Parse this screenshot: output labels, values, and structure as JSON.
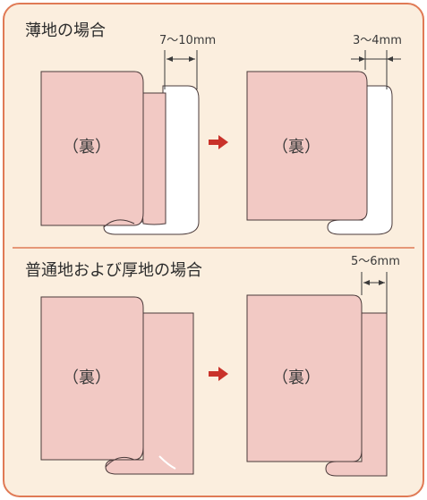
{
  "colors": {
    "frame_bg": "#fbeede",
    "frame_border": "#e07a55",
    "fabric_fill": "#f2c9c4",
    "fabric_stroke": "#4a3a3a",
    "seam_white": "#ffffff",
    "arrow_red": "#c9322a",
    "divider": "#e07a55"
  },
  "sections": [
    {
      "title": "薄地の場合",
      "before_dim": "7〜10mm",
      "after_dim": "3〜4mm",
      "fabric_label_left": "（裏）",
      "fabric_label_right": "（裏）"
    },
    {
      "title": "普通地および厚地の場合",
      "after_dim": "5〜6mm",
      "fabric_label_left": "（裏）",
      "fabric_label_right": "（裏）"
    }
  ],
  "icons": [
    "right-arrow-icon",
    "right-arrow-icon"
  ]
}
